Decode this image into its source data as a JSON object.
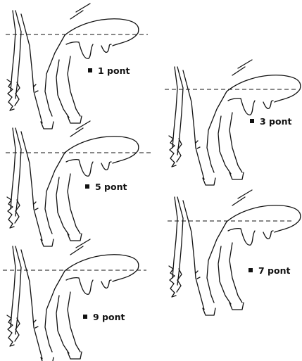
{
  "diagram": {
    "panels": [
      {
        "id": "p1",
        "label": "1 pont"
      },
      {
        "id": "p3",
        "label": "3 pont"
      },
      {
        "id": "p5",
        "label": "5 pont"
      },
      {
        "id": "p7",
        "label": "7 pont"
      },
      {
        "id": "p9",
        "label": "9 pont"
      }
    ],
    "colors": {
      "stroke": "#111111",
      "background": "#ffffff"
    }
  }
}
